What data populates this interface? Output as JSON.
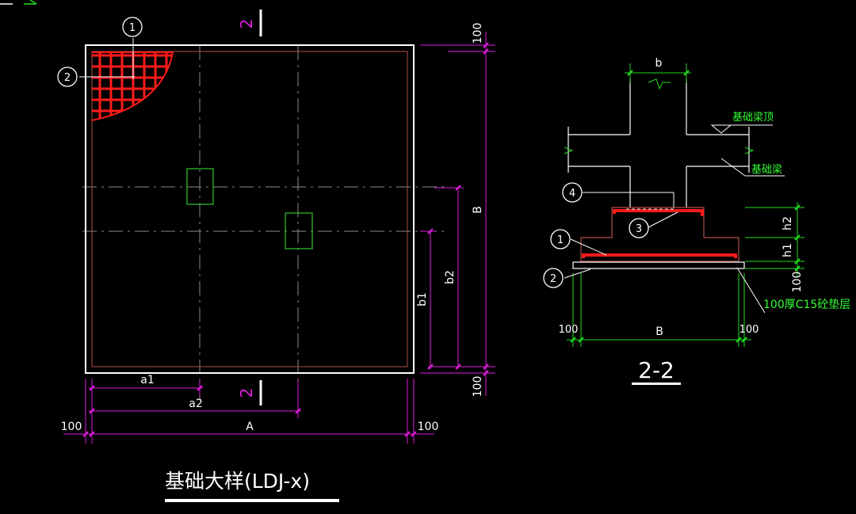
{
  "colors": {
    "background": "#000000",
    "outline": "#ffffff",
    "inner_outline": "#b0504a",
    "dimension": "#e01be0",
    "column": "#2ec62e",
    "rebar": "#ff1a1a",
    "centerline": "#8a8a8a",
    "green_dim": "#22dd22",
    "label_green": "#33ff33",
    "text": "#ffffff"
  },
  "plan": {
    "section_mark": "2",
    "callouts": [
      "1",
      "2"
    ],
    "dims": {
      "a1": "a1",
      "a2": "a2",
      "A": "A",
      "left_100": "100",
      "right_100": "100",
      "top_100": "100",
      "bottom_100": "100",
      "B": "B",
      "b1": "b1",
      "b2": "b2"
    },
    "title": "基础大样(LDJ-x)"
  },
  "section": {
    "b": "b",
    "beam_top": "基础梁顶",
    "beam": "基础梁",
    "callouts": [
      "1",
      "2",
      "3",
      "4"
    ],
    "h1": "h1",
    "h2": "h2",
    "side_100": "100",
    "left_100": "100",
    "right_100": "100",
    "B": "B",
    "cushion": "100厚C15砼垫层",
    "title": "2-2"
  },
  "icons": {
    "corner_mark": "arrow-icon"
  }
}
